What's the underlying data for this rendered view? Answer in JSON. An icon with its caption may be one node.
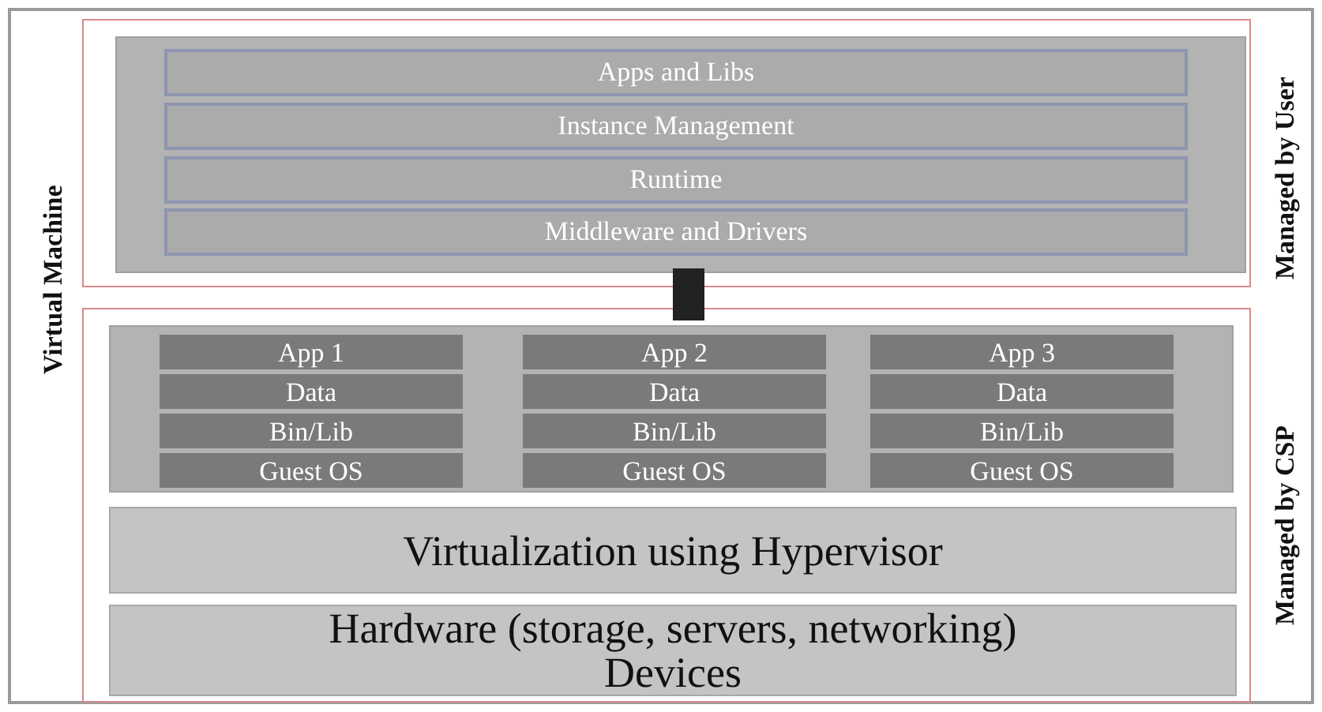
{
  "diagram": {
    "nodes": [
      {
        "text": [
          "Virtual Machine"
        ]
      },
      {
        "text": [
          "Managed by User"
        ],
        "in": 0
      },
      {
        "text": [],
        "shape": "box",
        "in": 1
      },
      {
        "text": [
          "Apps and Libs"
        ],
        "in": 2
      },
      {
        "text": [
          "Instance Management"
        ],
        "in": 2
      },
      {
        "text": [
          "Runtime"
        ],
        "in": 2
      },
      {
        "text": [
          "Middleware and Drivers"
        ],
        "in": 2
      },
      {
        "text": [
          "Managed by CSP"
        ],
        "in": 0
      },
      {
        "text": [],
        "shape": "box",
        "in": 7
      },
      {
        "text": [
          "App 1"
        ],
        "in": 8
      },
      {
        "text": [
          "Data"
        ],
        "in": 8
      },
      {
        "text": [
          "Bin/Lib"
        ],
        "in": 8
      },
      {
        "text": [
          "Guest OS"
        ],
        "in": 8
      },
      {
        "text": [
          "App 2"
        ],
        "in": 8
      },
      {
        "text": [
          "Data"
        ],
        "in": 8
      },
      {
        "text": [
          "Bin/Lib"
        ],
        "in": 8
      },
      {
        "text": [
          "Guest OS"
        ],
        "in": 8
      },
      {
        "text": [
          "App 3"
        ],
        "in": 8
      },
      {
        "text": [
          "Data"
        ],
        "in": 8
      },
      {
        "text": [
          "Bin/Lib"
        ],
        "in": 8
      },
      {
        "text": [
          "Guest OS"
        ],
        "in": 8
      },
      {
        "text": [
          "Virtualization using Hypervisor"
        ],
        "in": 7
      },
      {
        "text": [
          "Hardware (storage, servers, networking) Devices"
        ],
        "in": 7
      }
    ],
    "edges": [
      {
        "from": 2,
        "to": 8,
        "arrow": "none"
      }
    ]
  }
}
